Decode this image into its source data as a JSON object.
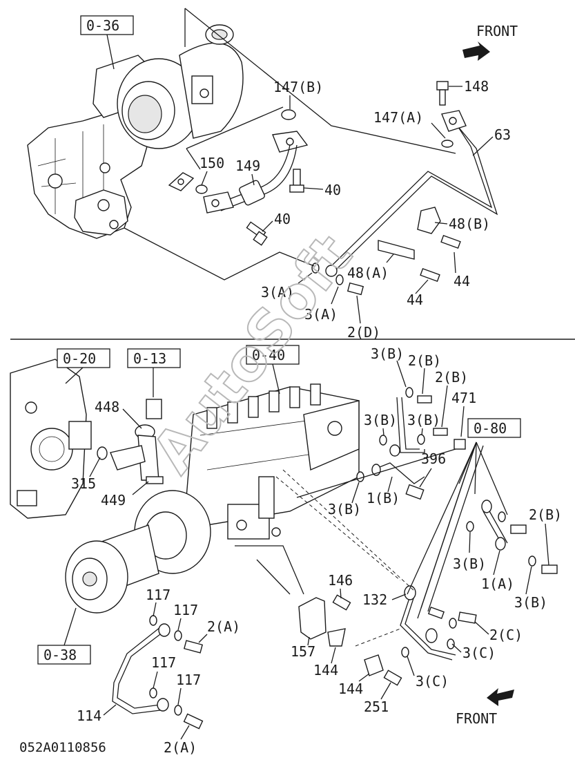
{
  "diagram": {
    "top_section": {
      "ref_box": "0-36",
      "front_label": "FRONT",
      "labels": {
        "p147b": "147(B)",
        "p148": "148",
        "p147a": "147(A)",
        "p63": "63",
        "p150": "150",
        "p149": "149",
        "p40a": "40",
        "p40b": "40",
        "p48b": "48(B)",
        "p48a": "48(A)",
        "p44a": "44",
        "p44b": "44",
        "p3a1": "3(A)",
        "p3a2": "3(A)",
        "p2d": "2(D)"
      }
    },
    "bottom_section": {
      "ref_boxes": {
        "r020": "0-20",
        "r013": "0-13",
        "r040": "0-40",
        "r080": "0-80",
        "r038": "0-38"
      },
      "front_label": "FRONT",
      "labels": {
        "p448": "448",
        "p315": "315",
        "p449": "449",
        "p3b1": "3(B)",
        "p2b1": "2(B)",
        "p2b2": "2(B)",
        "p471": "471",
        "p3b2": "3(B)",
        "p3b3": "3(B)",
        "p396": "396",
        "p3b4": "3(B)",
        "p1b": "1(B)",
        "p2b3": "2(B)",
        "p3b5": "3(B)",
        "p1a": "1(A)",
        "p3b6": "3(B)",
        "p146": "146",
        "p132": "132",
        "p157": "157",
        "p144a": "144",
        "p144b": "144",
        "p251": "251",
        "p2c": "2(C)",
        "p3c1": "3(C)",
        "p3c2": "3(C)",
        "p117a": "117",
        "p117b": "117",
        "p117c": "117",
        "p117d": "117",
        "p2a1": "2(A)",
        "p2a2": "2(A)",
        "p114": "114"
      }
    },
    "drawing_code": "052A0110856",
    "watermark": "AutoSoft"
  }
}
